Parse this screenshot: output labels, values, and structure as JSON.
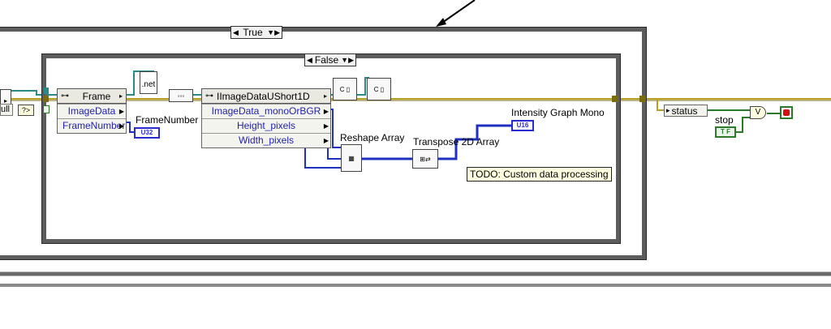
{
  "case_outer": {
    "selector_value": "True"
  },
  "case_inner": {
    "selector_value": "False"
  },
  "frame_node": {
    "title": "Frame",
    "properties": [
      "ImageData",
      "FrameNumber"
    ]
  },
  "image_node": {
    "title": "IImageDataUShort1D",
    "properties": [
      "ImageData_monoOrBGR",
      "Height_pixels",
      "Width_pixels"
    ]
  },
  "labels": {
    "frame_number": "FrameNumber",
    "reshape": "Reshape Array",
    "transpose": "Transpose 2D Array",
    "intensity": "Intensity Graph Mono",
    "status": "status",
    "stop": "stop",
    "todo": "TODO: Custom data processing",
    "net_icon": ".net",
    "left_partial": "ull"
  },
  "terminals": {
    "u32": "U32",
    "u16": "U16",
    "bool": "T F",
    "or_op": "V"
  },
  "colors": {
    "border": "#5d5d5d",
    "blue_wire": "#1f2fbf",
    "refnum_wire": "#2a8a8a",
    "error_wire": "#b8a020",
    "bool_wire": "#2a7a2a",
    "stop_red": "#d01010"
  }
}
